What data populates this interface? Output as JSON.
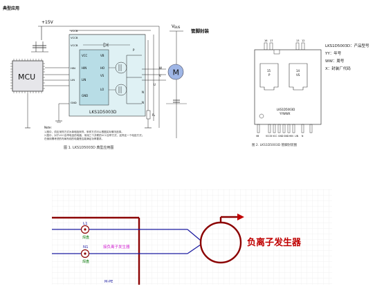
{
  "section_title": "典型应用",
  "package_title": "管脚封装",
  "legend": [
    "LKS1D5003D：产品型号",
    "YY：年号",
    "WW：周号",
    "X：封装厂代码"
  ],
  "schematic": {
    "supply_label": "+15V",
    "vbus_label": "V",
    "vbus_sub": "BUS",
    "mcu_label": "MCU",
    "motor_label": "M",
    "ic_name": "LKS1D5003D",
    "ic_pins_left": [
      "VCC",
      "HIN",
      "LIN",
      "GND"
    ],
    "ic_pins_right": [
      "VB",
      "HO",
      "VS",
      "LO"
    ],
    "outer_pins_left": [
      "VCCB",
      "VCCB",
      "VCCB",
      "HIN",
      "LIN",
      "GND"
    ],
    "outer_pins_right": [
      "P",
      "W",
      "V",
      "U",
      "N",
      "N"
    ],
    "rs_label": "Rₛ",
    "note_title": "Note:",
    "notes": [
      "1.图中，供应采样方式为单电阻采样，采样方式可以根据实际情况选择。",
      "2.图中，对于VCC自举电容的电路，采用三个并联的VCC自举方式，这样这一个电容方式；",
      "  在使用需考虑的布局布线的电路是否能满足功率要求。"
    ],
    "caption": "图 1. LKS1D5003D 典型应用图"
  },
  "package": {
    "pad_left_num": "15",
    "pad_left_name": "P",
    "pad_right_num": "14",
    "pad_right_name": "VS",
    "top_pin_left": [
      "16",
      "17"
    ],
    "top_pin_right": [
      "13",
      "12"
    ],
    "part_label": "LKS1D5003D",
    "date_code": "YYWWX",
    "bottom_pins": [
      "VB",
      "VCCB",
      "VCC",
      "GND",
      "GND",
      "HIN",
      "LIN",
      "N"
    ],
    "caption": "图 2. LKS1D5003D 管脚封装图"
  },
  "bottom_schematic": {
    "l1_label": "L1",
    "l1_tag": "焊盘",
    "n1_label": "N1",
    "n1_tag": "焊盘",
    "wire_label": "接负离子发生器",
    "device_label": "负离子发生器",
    "net_label": "M-PE"
  }
}
